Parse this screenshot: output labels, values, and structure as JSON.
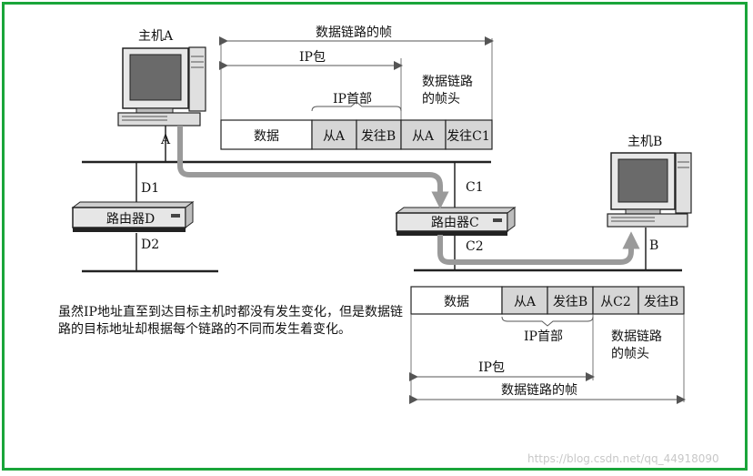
{
  "hostA": {
    "title": "主机A",
    "port": "A"
  },
  "hostB": {
    "title": "主机B",
    "port": "B"
  },
  "routerD": {
    "label": "路由器D",
    "port_top": "D1",
    "port_bottom": "D2"
  },
  "routerC": {
    "label": "路由器C",
    "port_top": "C1",
    "port_bottom": "C2"
  },
  "frame_top": {
    "frame_label": "数据链路的帧",
    "ip_packet_label": "IP包",
    "ip_header_label": "IP首部",
    "dl_header_label": [
      "数据链路",
      "的帧头"
    ],
    "cells": [
      "数据",
      "从A",
      "发往B",
      "从A",
      "发往C1"
    ]
  },
  "frame_bottom": {
    "frame_label": "数据链路的帧",
    "ip_packet_label": "IP包",
    "ip_header_label": "IP首部",
    "dl_header_label": [
      "数据链路",
      "的帧头"
    ],
    "cells": [
      "数据",
      "从A",
      "发往B",
      "从C2",
      "发往B"
    ]
  },
  "note": "虽然IP地址直至到达目标主机时都没有发生变化，但是数据链路的目标地址却根据每个链路的不同而发生着变化。",
  "watermark": "https://blog.csdn.net/qq_44918090",
  "colors": {
    "border": "#1aa53a",
    "arrow": "#9a9a9a",
    "cell_shaded": "#d6d6d6"
  }
}
